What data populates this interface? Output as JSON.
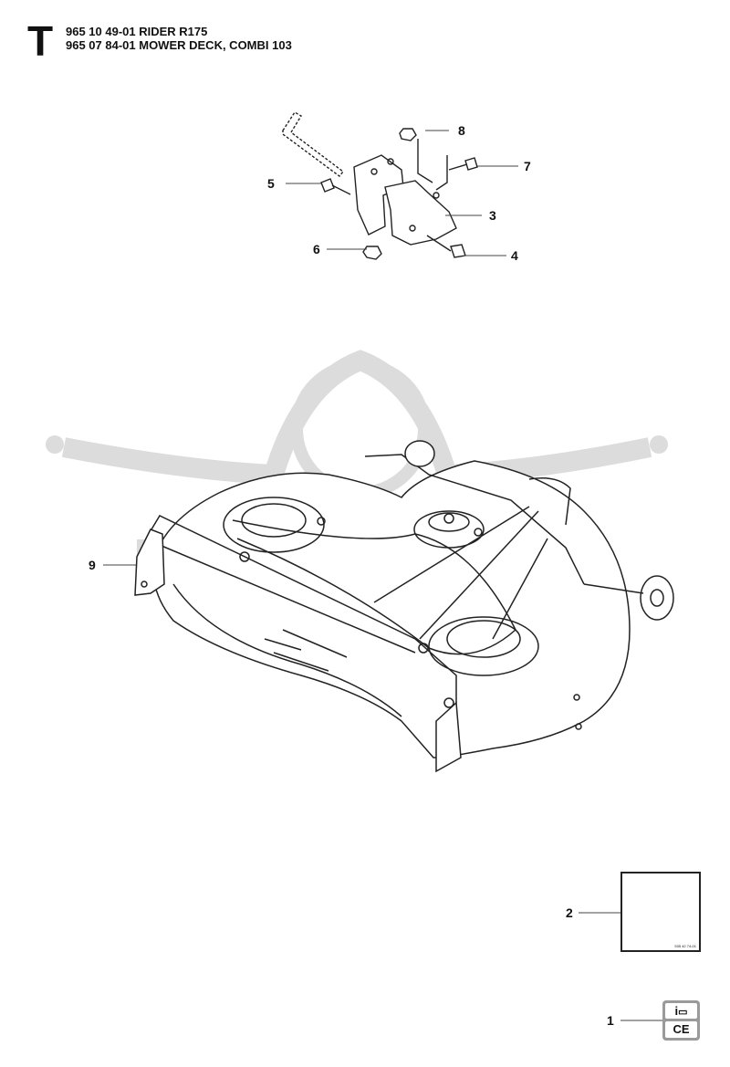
{
  "header": {
    "section_letter": "T",
    "line1": "965 10 49-01 RIDER R175",
    "line2": "965 07 84-01 MOWER DECK, COMBI 103"
  },
  "callouts": [
    {
      "id": "callout-8",
      "label": "8"
    },
    {
      "id": "callout-7",
      "label": "7"
    },
    {
      "id": "callout-5",
      "label": "5"
    },
    {
      "id": "callout-3",
      "label": "3"
    },
    {
      "id": "callout-6",
      "label": "6"
    },
    {
      "id": "callout-4",
      "label": "4"
    },
    {
      "id": "callout-9",
      "label": "9"
    },
    {
      "id": "callout-2",
      "label": "2"
    },
    {
      "id": "callout-1",
      "label": "1"
    }
  ],
  "sticker": {
    "icon": "no-slope-riding-icon",
    "code": "535 42 74-01"
  },
  "info_badge": {
    "top_text": "i",
    "bottom_text": "CE",
    "icon": "manual-icon"
  },
  "colors": {
    "line": "#222222",
    "watermark": "#d6d6d6"
  }
}
